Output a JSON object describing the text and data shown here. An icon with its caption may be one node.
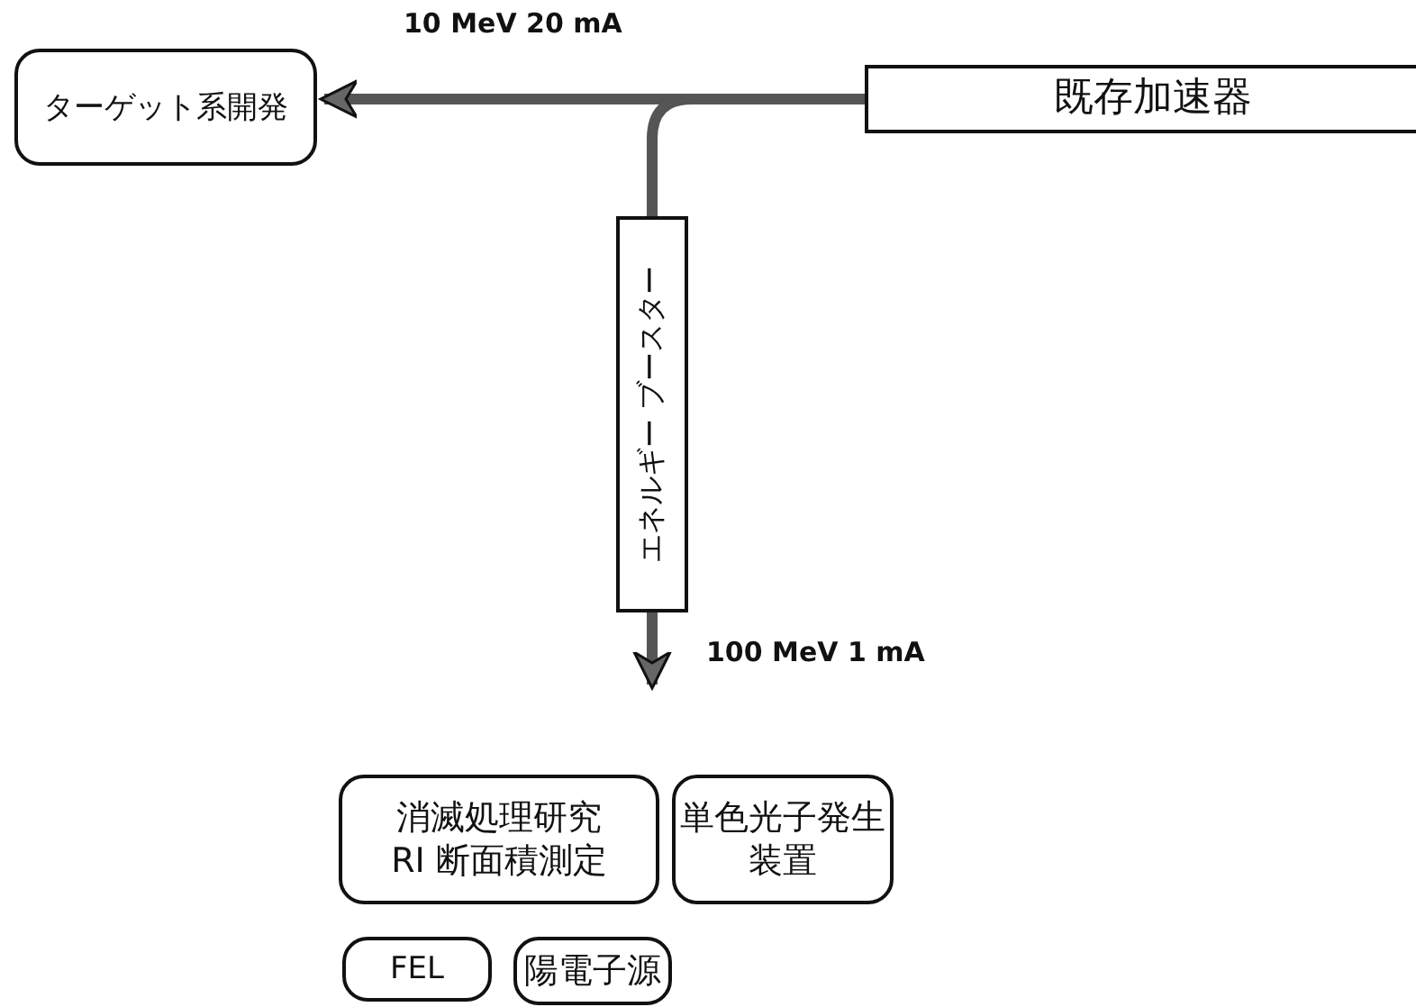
{
  "diagram": {
    "nodes": [
      {
        "text": [
          "既存加速器"
        ]
      },
      {
        "text": [
          "ターゲット系開発"
        ]
      },
      {
        "text": [
          "エネルギー ブースター"
        ]
      },
      {
        "text": [
          "消滅処理研究",
          "RI 断面積測定"
        ]
      },
      {
        "text": [
          "単色光子発生装置"
        ]
      },
      {
        "text": [
          "FEL"
        ]
      },
      {
        "text": [
          "陽電子源"
        ]
      }
    ],
    "edges": [
      {
        "from": 0,
        "to": 1,
        "arrow": "to",
        "label": "10 MeV  20 mA"
      },
      {
        "from": 0,
        "to": 2,
        "arrow": "none"
      },
      {
        "from": 2,
        "to": null,
        "arrow": "to",
        "label": "100 MeV  1 mA"
      }
    ]
  }
}
